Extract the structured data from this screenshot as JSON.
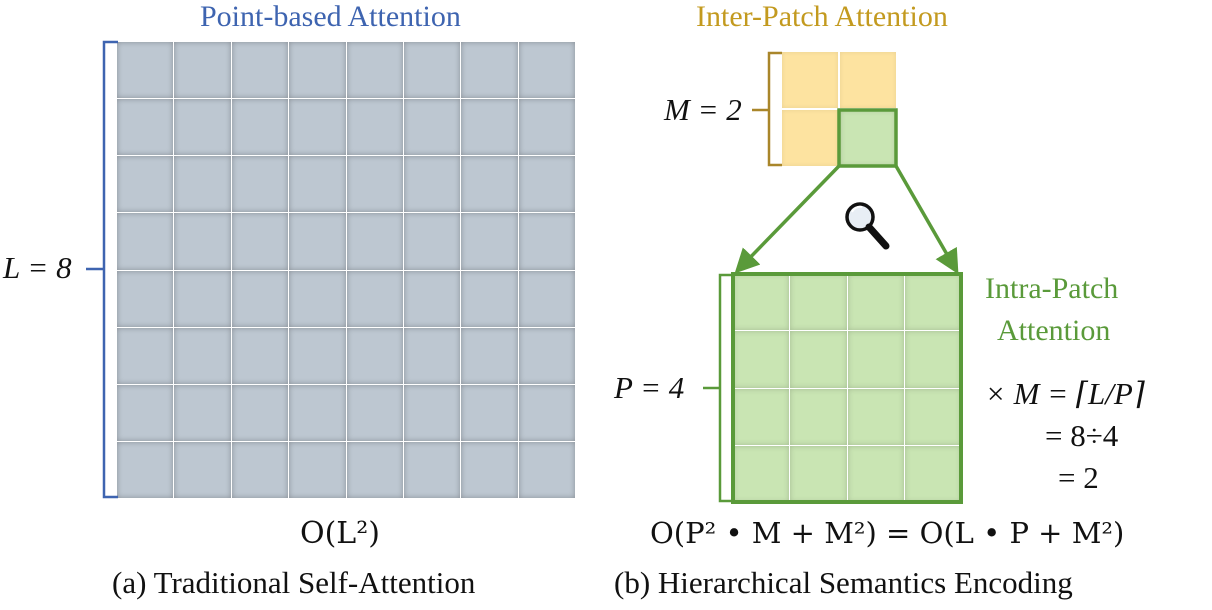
{
  "left_panel": {
    "title": "Point-based Attention",
    "size_label": "L = 8",
    "complexity": "O(L²)",
    "caption": "(a) Traditional Self-Attention",
    "grid": {
      "rows": 8,
      "cols": 8
    }
  },
  "right_panel": {
    "inter_title": "Inter-Patch Attention",
    "m_label": "M = 2",
    "intra_title_line1": "Intra-Patch",
    "intra_title_line2": "Attention",
    "p_label": "P = 4",
    "eq_line1": "× M = ⌈L/P⌉",
    "eq_line2": "= 8÷4",
    "eq_line3": "= 2",
    "complexity": "O(P² • M + M²) = O(L • P + M²)",
    "caption": "(b) Hierarchical Semantics Encoding",
    "inter_grid": {
      "rows": 2,
      "cols": 2
    },
    "intra_grid": {
      "rows": 4,
      "cols": 4
    },
    "magnifier_icon": "magnifier-icon"
  },
  "colors": {
    "blue": "#3e64b0",
    "gold": "#c39a1f",
    "green": "#5a9a3a",
    "grey_cell": "#bdc7d1",
    "yellow_cell": "#fde3a0",
    "green_cell": "#c9e5b3"
  }
}
